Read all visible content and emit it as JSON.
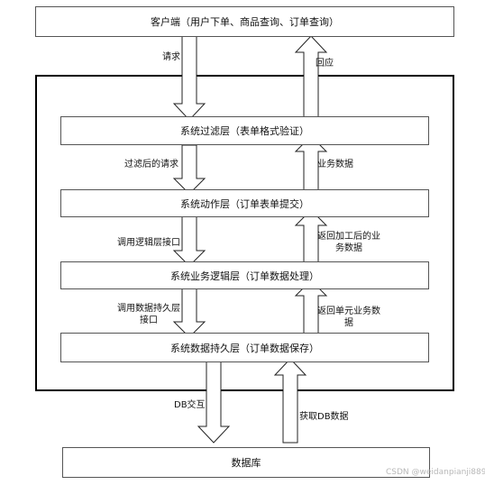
{
  "nodes": {
    "client": "客户端（用户下单、商品查询、订单查询）",
    "filter": "系统过滤层（表单格式验证）",
    "action": "系统动作层（订单表单提交）",
    "business": "系统业务逻辑层（订单数据处理）",
    "persistence": "系统数据持久层（订单数据保存）",
    "database": "数据库"
  },
  "edges": {
    "request": "请求",
    "response": "回应",
    "filtered_request": "过滤后的请求",
    "business_data": "业务数据",
    "call_logic_line1": "调用逻辑层接口",
    "return_processed_line1": "返回加工后的业",
    "return_processed_line2": "务数据",
    "call_persist_line1": "调用数据持久层",
    "call_persist_line2": "接口",
    "return_unit_line1": "返回单元业务数",
    "return_unit_line2": "据",
    "db_interact": "DB交互",
    "get_db_data": "获取DB数据"
  },
  "watermark": "CSDN @weidanpianji889"
}
